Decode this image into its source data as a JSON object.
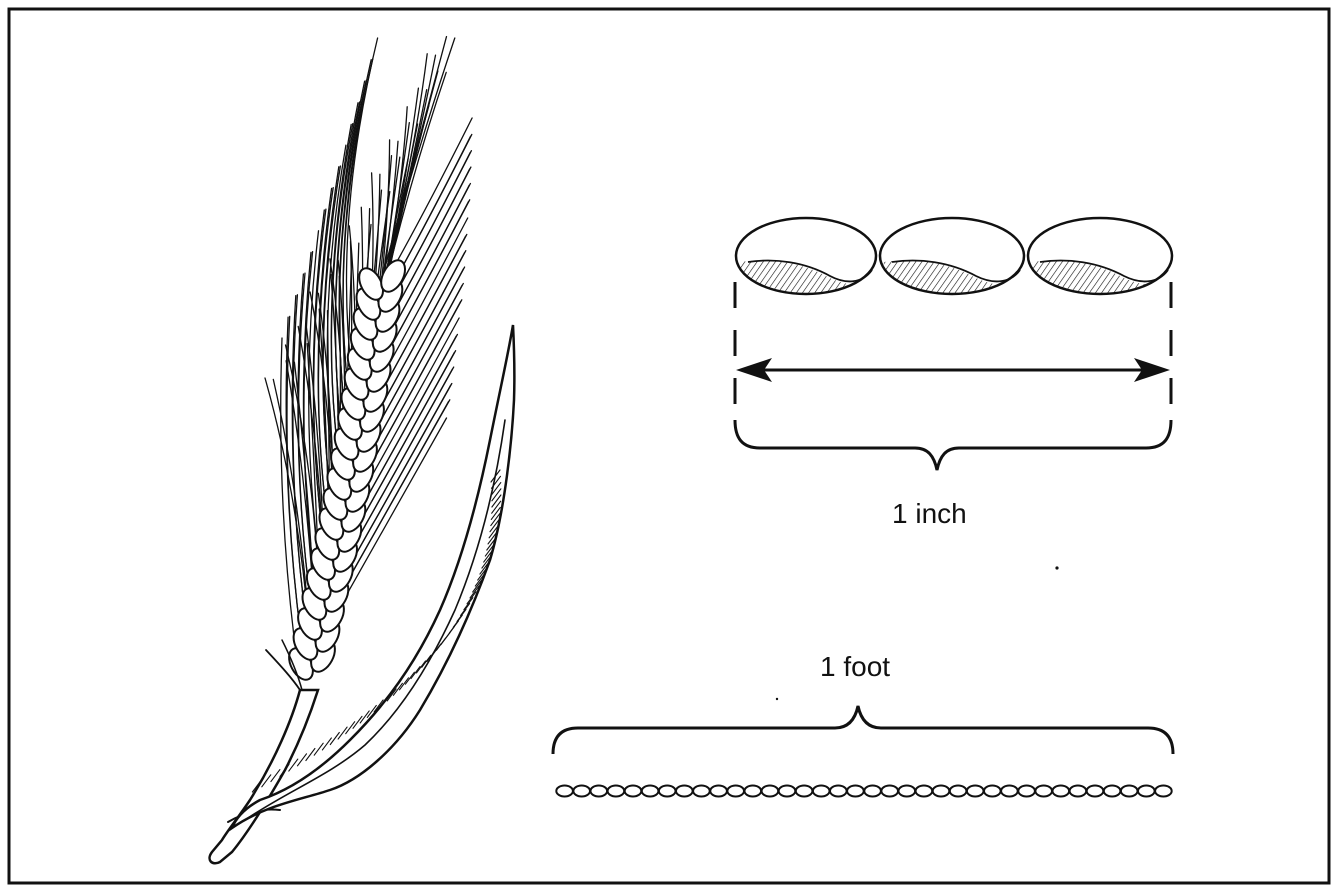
{
  "labels": {
    "inch": "1 inch",
    "foot": "1 foot"
  },
  "grains": {
    "per_inch_shown": 3,
    "per_foot_shown": 36
  },
  "colors": {
    "ink": "#111111",
    "paper": "#ffffff"
  },
  "icons": {
    "plant": "wheat-ear-icon",
    "grain": "grain-kernel-icon"
  }
}
